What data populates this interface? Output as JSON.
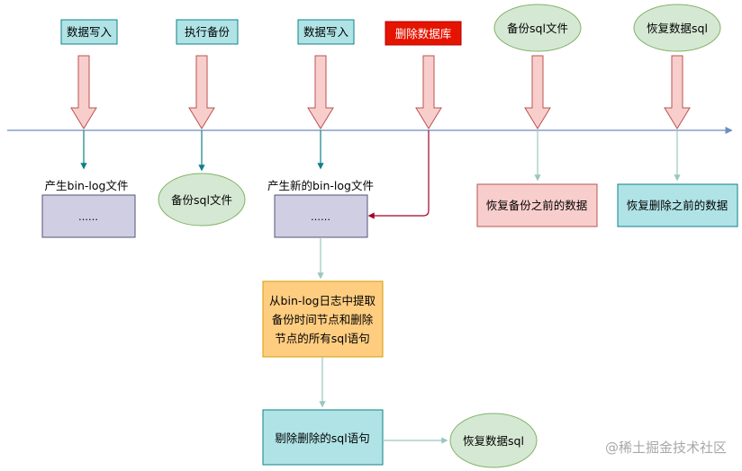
{
  "top_labels": {
    "write1": "数据写入",
    "backup_exec": "执行备份",
    "write2": "数据写入",
    "delete_db": "删除数据库",
    "backup_sql_file": "备份sql文件",
    "restore_sql": "恢复数据sql"
  },
  "middle": {
    "binlog_file_label": "产生bin-log文件",
    "ellipsis1": "……",
    "backup_sql_file": "备份sql文件",
    "new_binlog_label": "产生新的bin-log文件",
    "ellipsis2": "……",
    "restore_before_backup": "恢复备份之前的数据",
    "restore_before_delete": "恢复删除之前的数据"
  },
  "lower": {
    "extract_line1": "从bin-log日志中提取",
    "extract_line2": "备份时间节点和删除",
    "extract_line3": "节点的所有sql语句",
    "remove_delete_sql": "剔除删除的sql语句",
    "restore_sql": "恢复数据sql"
  },
  "watermark": "@稀土掘金技术社区",
  "colors": {
    "teal_fill": "#b0e3e6",
    "teal_stroke": "#0e8088",
    "red_fill": "#e51400",
    "red_stroke": "#b20000",
    "pink_fill": "#f8cecc",
    "pink_stroke": "#b85450",
    "green_fill": "#d5e8d4",
    "green_stroke": "#82b366",
    "lavender_fill": "#d0cee2",
    "lavender_stroke": "#56517e",
    "orange_fill": "#ffcd80",
    "orange_stroke": "#d79b00",
    "timeline": "#6c8ebf",
    "dark_teal_arrow": "#0e8088",
    "light_green_arrow": "#9ac7bf",
    "dark_red_arrow": "#a20025"
  }
}
